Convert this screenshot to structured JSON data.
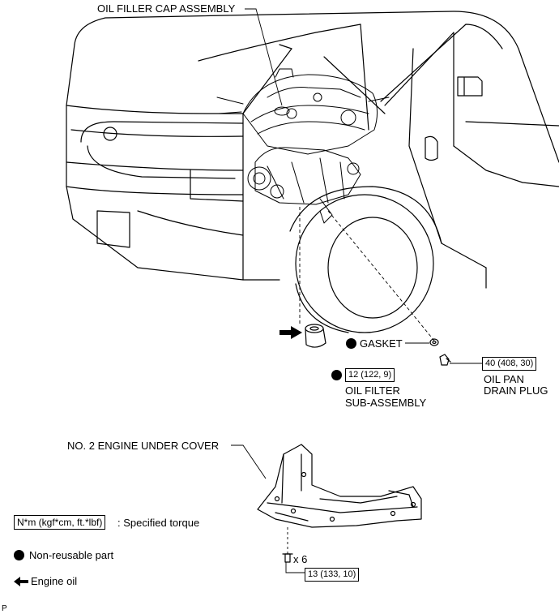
{
  "labels": {
    "oil_filler_cap": "OIL FILLER CAP ASSEMBLY",
    "gasket": "GASKET",
    "oil_filter_line1": "OIL FILTER",
    "oil_filter_line2": "SUB-ASSEMBLY",
    "oil_pan_drain_plug_line1": "OIL PAN",
    "oil_pan_drain_plug_line2": "DRAIN PLUG",
    "engine_under_cover": "NO. 2 ENGINE UNDER COVER",
    "bolt_qty": "x 6",
    "corner_mark": "P"
  },
  "torques": {
    "oil_filter": "12 (122, 9)",
    "oil_pan_drain_plug": "40 (408, 30)",
    "under_cover_bolt": "13 (133, 10)"
  },
  "legend": {
    "torque_box": "N*m (kgf*cm, ft.*lbf)",
    "torque_text": ": Specified torque",
    "non_reusable_text": "Non-reusable part",
    "engine_oil_text": "Engine oil"
  }
}
